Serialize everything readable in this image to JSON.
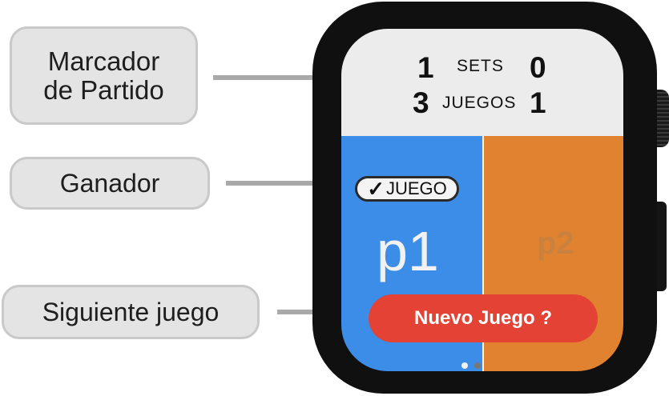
{
  "callouts": {
    "scoreboard": "Marcador\nde Partido",
    "winner": "Ganador",
    "next_game": "Siguiente juego"
  },
  "scoreboard": {
    "sets_label": "SETS",
    "games_label": "JUEGOS",
    "p1_sets": "1",
    "p2_sets": "0",
    "p1_games": "3",
    "p2_games": "1"
  },
  "players": {
    "p1_name": "p1",
    "p2_name": "p2",
    "winner_badge_check": "✓",
    "winner_badge_label": "JUEGO"
  },
  "actions": {
    "new_game_label": "Nuevo Juego ?"
  },
  "colors": {
    "p1": "#3b8de8",
    "p2": "#e08230",
    "new_game": "#e34235"
  }
}
